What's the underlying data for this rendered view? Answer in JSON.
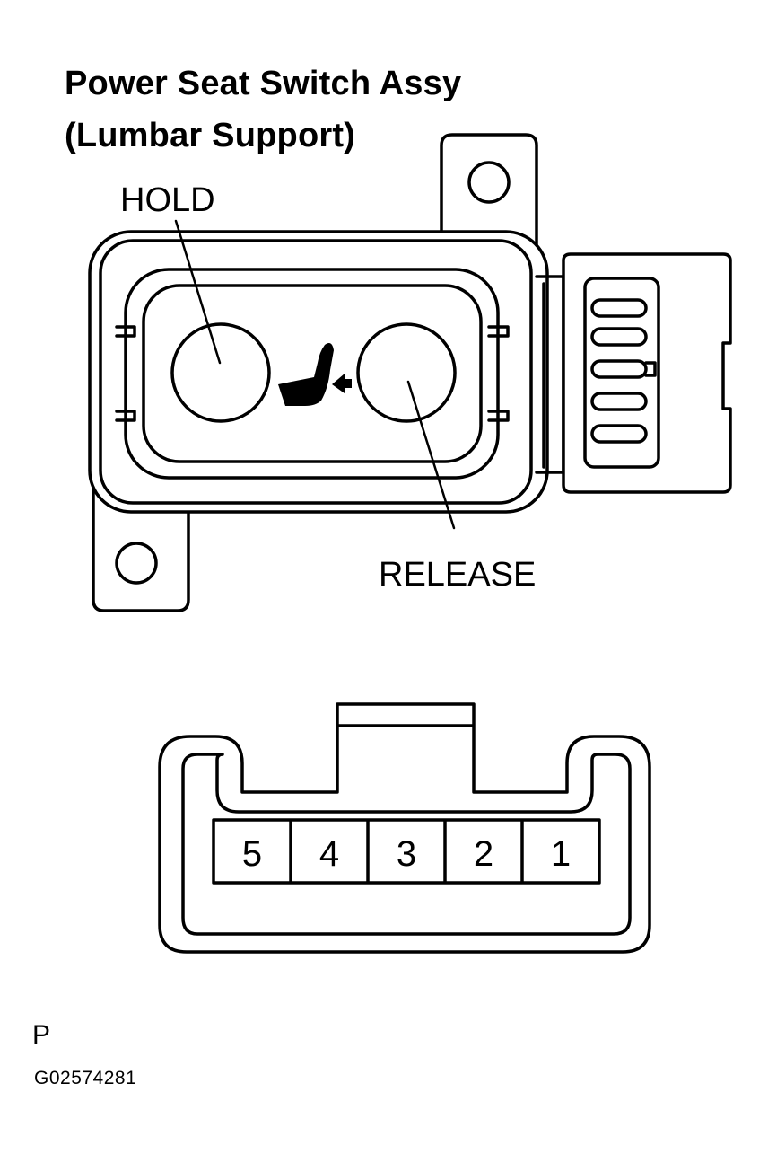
{
  "title_line1": "Power Seat Switch Assy",
  "title_line2": "(Lumbar Support)",
  "labels": {
    "hold": "HOLD",
    "release": "RELEASE"
  },
  "connector": {
    "pins": [
      "5",
      "4",
      "3",
      "2",
      "1"
    ]
  },
  "footer": {
    "view_letter": "P",
    "figure_code": "G02574281"
  }
}
